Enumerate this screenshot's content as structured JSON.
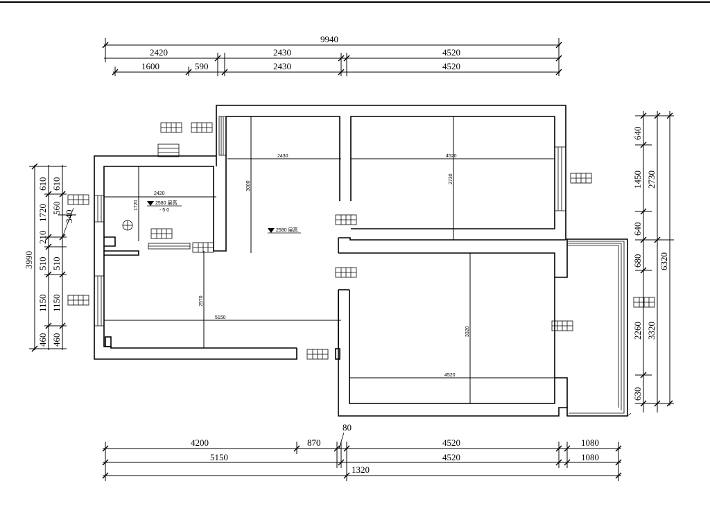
{
  "top_dims": {
    "overall": "9940",
    "row1": [
      "2420",
      "2430",
      "4520"
    ],
    "row2": [
      "1600",
      "590",
      "2430",
      "4520"
    ]
  },
  "bottom_dims": {
    "row1": [
      "4200",
      "870",
      "4520",
      "1080"
    ],
    "callout": "80",
    "row2": [
      "5150",
      "4520",
      "1080"
    ],
    "overall": "1320"
  },
  "left_dims": {
    "overall": "3990",
    "col1": [
      "610",
      "1720",
      "210",
      "510",
      "1150",
      "460"
    ],
    "col2": [
      "560",
      "340"
    ],
    "col3": [
      "610",
      "560",
      "510",
      "1150",
      "460"
    ]
  },
  "right_dims": {
    "col1": [
      "640",
      "1450",
      "640",
      "680",
      "2260",
      "630"
    ],
    "col2": [
      "2730",
      "6320",
      "3320"
    ]
  },
  "room_dims": {
    "left_top_width": "2420",
    "left_top_height": "1720",
    "hall_width": "2430",
    "hall_height": "3000",
    "bedroom_top_width": "4520",
    "bedroom_top_height": "2730",
    "bedroom_bottom_height": "3320",
    "bedroom_bottom_width": "4520",
    "living_width": "5150",
    "living_height": "2570"
  },
  "level_marks": {
    "hall": "2580 层高",
    "left_room": "2580 层高",
    "left_room_sub": "- 5 0"
  }
}
